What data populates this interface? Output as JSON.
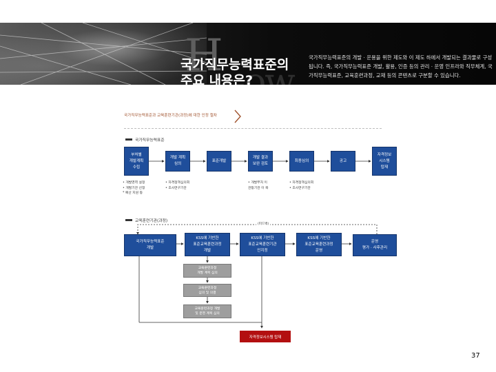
{
  "banner": {
    "big_letter_h": "H",
    "big_letters_ow": "ow",
    "title": "국가직무능력표준의\n주요 내용은?",
    "description": "국가직무능력표준의 개발 · 운용을 위한 제도와 이 제도 하에서 개발되는 결과물로 구성됩니다. 즉, 국가직무능력표준 개발, 활용, 인증 등의 관리 · 운영 인프라와 직무체계, 국가직무능력표준, 교육훈련과정, 교재 등의 콘텐츠로 구분할 수 있습니다."
  },
  "figure": {
    "title": "국가직무능력표준과 교육훈련기관(과정)에 대한 인정 절차",
    "section1": {
      "label": "국가직무능력표준",
      "boxes": [
        "부처별\n개발계획\n수립",
        "개발 계획\n심의",
        "표준개발",
        "개발 결과\n보완 검토",
        "최종심의",
        "공고",
        "자격정보\n시스템\n탑재"
      ],
      "notes": [
        [
          "• 개발영역 설정",
          "• 개발기관 선정",
          "* 예산 지원 등"
        ],
        [
          "• 자격정책심의회",
          "• 조사연구기관"
        ],
        [
          "• 개발부처 이",
          "  관등기관 이 목"
        ],
        [
          "• 자격정책심의회",
          "• 조사연구기관"
        ]
      ]
    },
    "section2": {
      "label": "교육훈련기관(과정)",
      "loop_label": "(피드백)",
      "boxes": [
        "국가직무능력표준\n개발",
        "KSS에 기반한\n표준교육훈련과정\n개발",
        "KSS에 기반한\n표준교육훈련기관\n인지정",
        "KSS에 기반한\n표준교육훈련과정\n운영",
        "운영\n평가 · 사후관리"
      ],
      "sub_steps": [
        "교육훈련과정\n개발 계획 심의",
        "교육훈련과정\n심의 및 의결",
        "교육훈련과정 개발\n및 운영 계획 심의"
      ],
      "final_box": "자격정보시스템 탑재"
    }
  },
  "page_number": "37"
}
